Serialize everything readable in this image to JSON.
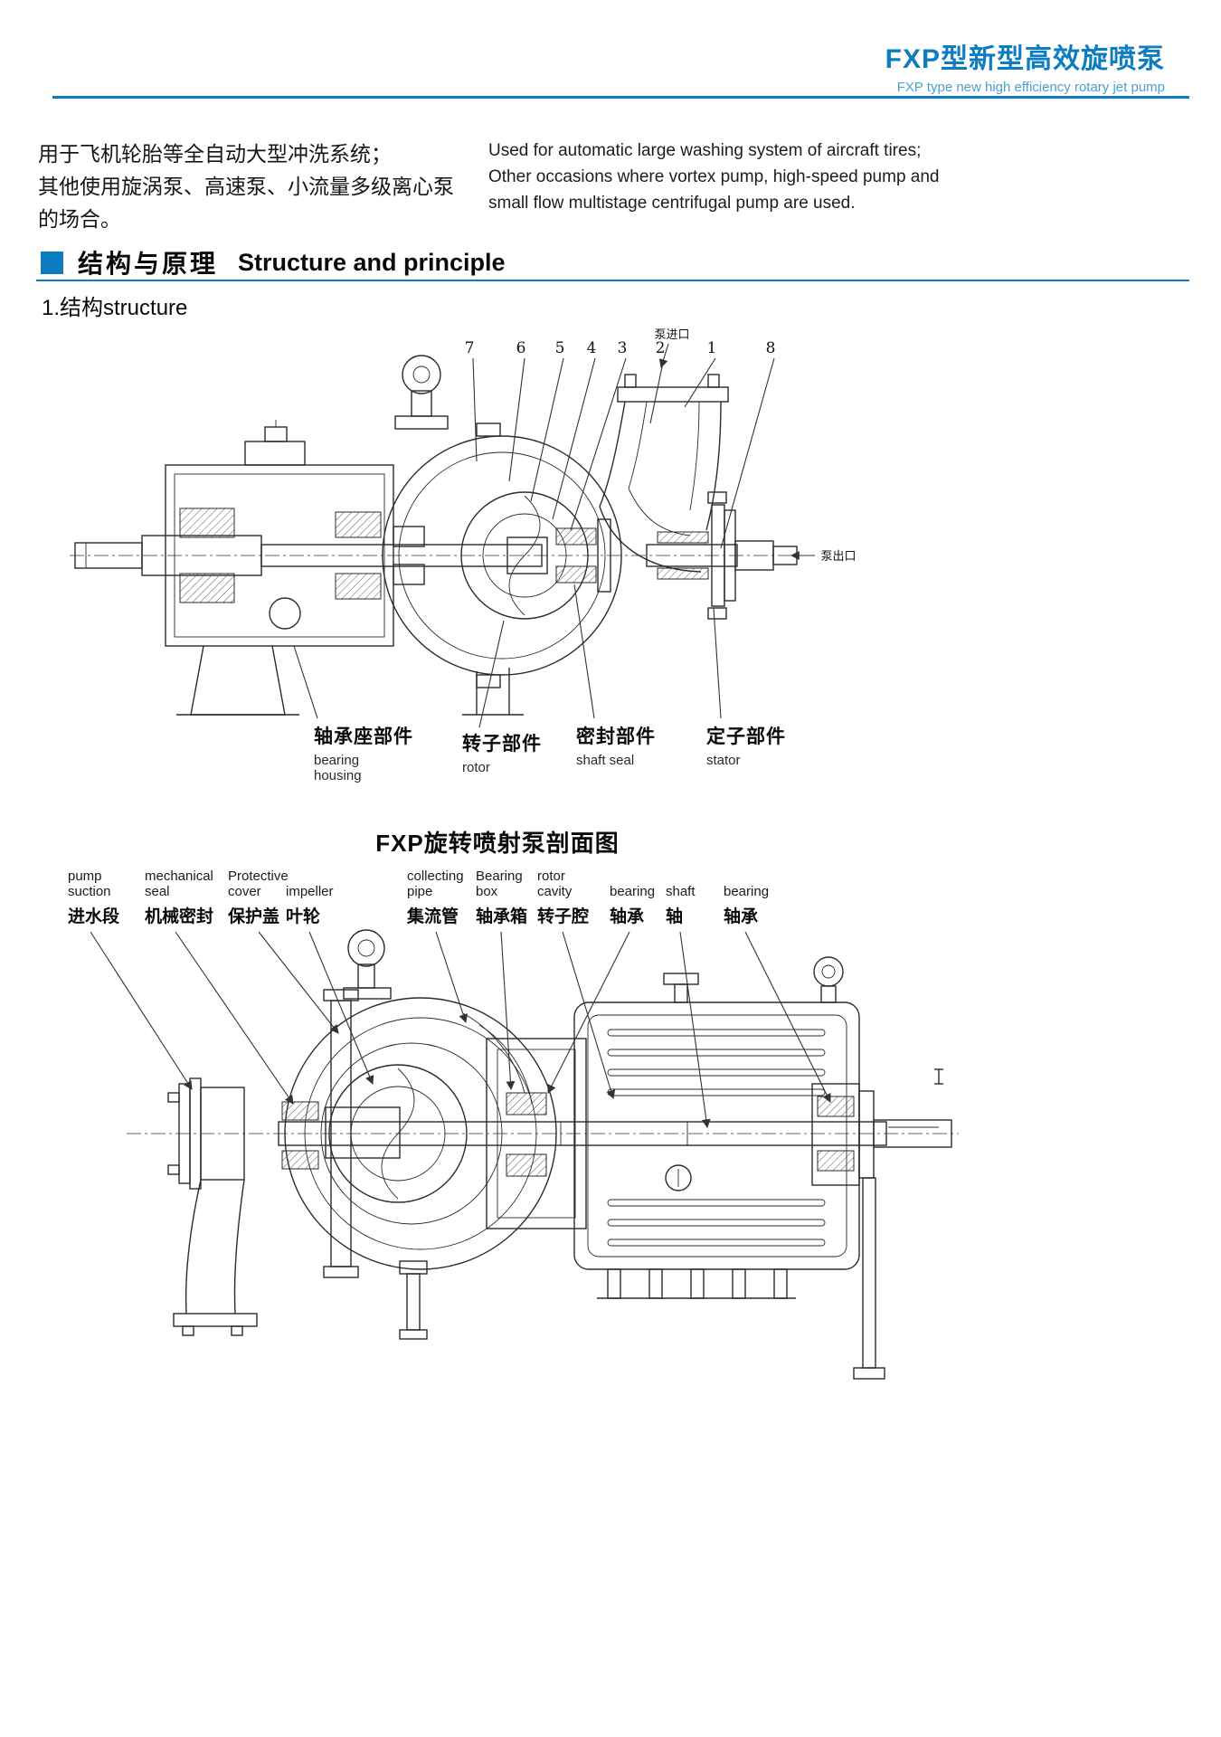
{
  "header": {
    "title_zh": "FXP型新型高效旋喷泵",
    "title_en": "FXP type new high efficiency rotary jet pump"
  },
  "intro": {
    "zh_line1": "用于飞机轮胎等全自动大型冲洗系统；",
    "zh_line2": "其他使用旋涡泵、高速泵、小流量多级离心泵",
    "zh_line3": "的场合。",
    "en_line1": "Used for automatic large washing system of aircraft tires;",
    "en_line2": "Other occasions where vortex pump, high-speed pump and",
    "en_line3": "small flow multistage centrifugal pump are used."
  },
  "section": {
    "zh": "结构与原理",
    "en": "Structure and principle",
    "sub": "1.结构structure"
  },
  "diagram1": {
    "numbers": [
      "7",
      "6",
      "5",
      "4",
      "3",
      "2",
      "1",
      "8"
    ],
    "inlet": "泵进口",
    "outlet": "泵出口",
    "labels": [
      {
        "zh": "轴承座部件",
        "en": "bearing housing"
      },
      {
        "zh": "转子部件",
        "en": "rotor"
      },
      {
        "zh": "密封部件",
        "en": "shaft seal"
      },
      {
        "zh": "定子部件",
        "en": "stator"
      }
    ]
  },
  "caption": "FXP旋转喷射泵剖面图",
  "diagram2": {
    "labels": [
      {
        "en": "pump suction",
        "zh": "进水段"
      },
      {
        "en": "mechanical seal",
        "zh": "机械密封"
      },
      {
        "en": "Protective cover",
        "zh": "保护盖"
      },
      {
        "en": "impeller",
        "zh": "叶轮"
      },
      {
        "en": "collecting pipe",
        "zh": "集流管"
      },
      {
        "en": "Bearing box",
        "zh": "轴承箱"
      },
      {
        "en": "rotor cavity",
        "zh": "转子腔"
      },
      {
        "en": "bearing",
        "zh": "轴承"
      },
      {
        "en": "shaft",
        "zh": "轴"
      },
      {
        "en": "bearing",
        "zh": "轴承"
      }
    ]
  },
  "colors": {
    "accent": "#0e7dc0"
  }
}
